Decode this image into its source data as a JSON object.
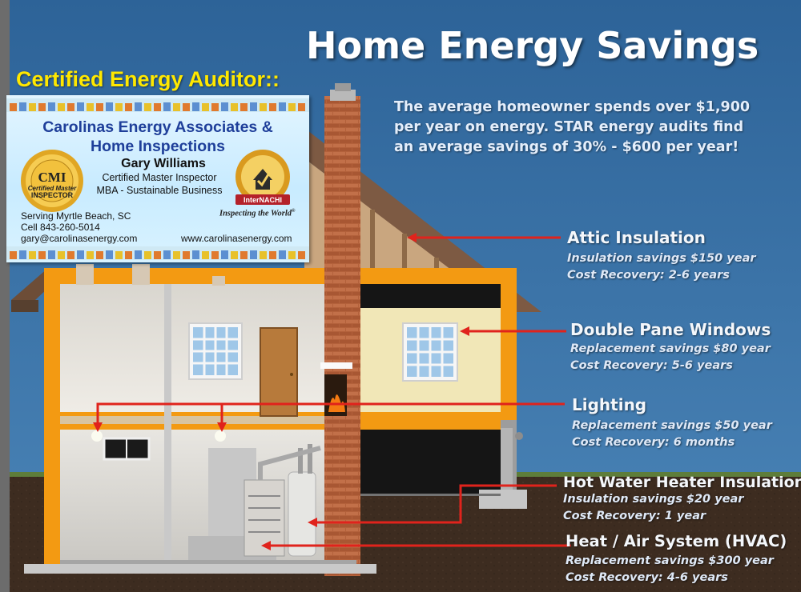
{
  "title": "Home Energy Savings",
  "intro": {
    "line1": "The average homeowner spends over $1,900",
    "line2": "per year on energy. STAR energy audits find",
    "line3": "an average savings of 30% - $600 per year!"
  },
  "certified_label": "Certified  Energy Auditor::",
  "business_card": {
    "company_line1": "Carolinas Energy Associates &",
    "company_line2": "Home Inspections",
    "name": "Gary Williams",
    "credential": "Certified Master Inspector",
    "degree": "MBA - Sustainable Business",
    "service_area": "Serving Myrtle Beach, SC",
    "phone": "Cell 843-260-5014",
    "email": "gary@carolinasenergy.com",
    "website": "www.carolinasenergy.com",
    "tagline": "Inspecting the World",
    "cmi_seal": {
      "abbr": "CMI",
      "line1": "Certified Master",
      "line2": "INSPECTOR"
    },
    "internachi_seal": {
      "label": "InterNACHI"
    }
  },
  "items": [
    {
      "heading": "Attic Insulation",
      "line1": "Insulation savings $150 year",
      "line2": "Cost Recovery: 2-6 years"
    },
    {
      "heading": "Double Pane Windows",
      "line1": "Replacement savings $80 year",
      "line2": "Cost Recovery: 5-6 years"
    },
    {
      "heading": "Lighting",
      "line1": "Replacement savings $50 year",
      "line2": "Cost Recovery: 6 months"
    },
    {
      "heading": "Hot Water Heater Insulation",
      "line1": "Insulation savings $20 year",
      "line2": "Cost Recovery: 1 year"
    },
    {
      "heading": "Heat / Air System (HVAC)",
      "line1": "Replacement savings $300 year",
      "line2": "Cost Recovery: 4-6 years"
    }
  ],
  "colors": {
    "sky": "#2a5d93",
    "frame_orange": "#f39a12",
    "brick": "#b8623a",
    "ground": "#3a2a1e",
    "arrow_red": "#e0231c",
    "title_white": "#ffffff",
    "card_blue_text": "#1f3f9a",
    "yellow_label": "#ffe800"
  }
}
